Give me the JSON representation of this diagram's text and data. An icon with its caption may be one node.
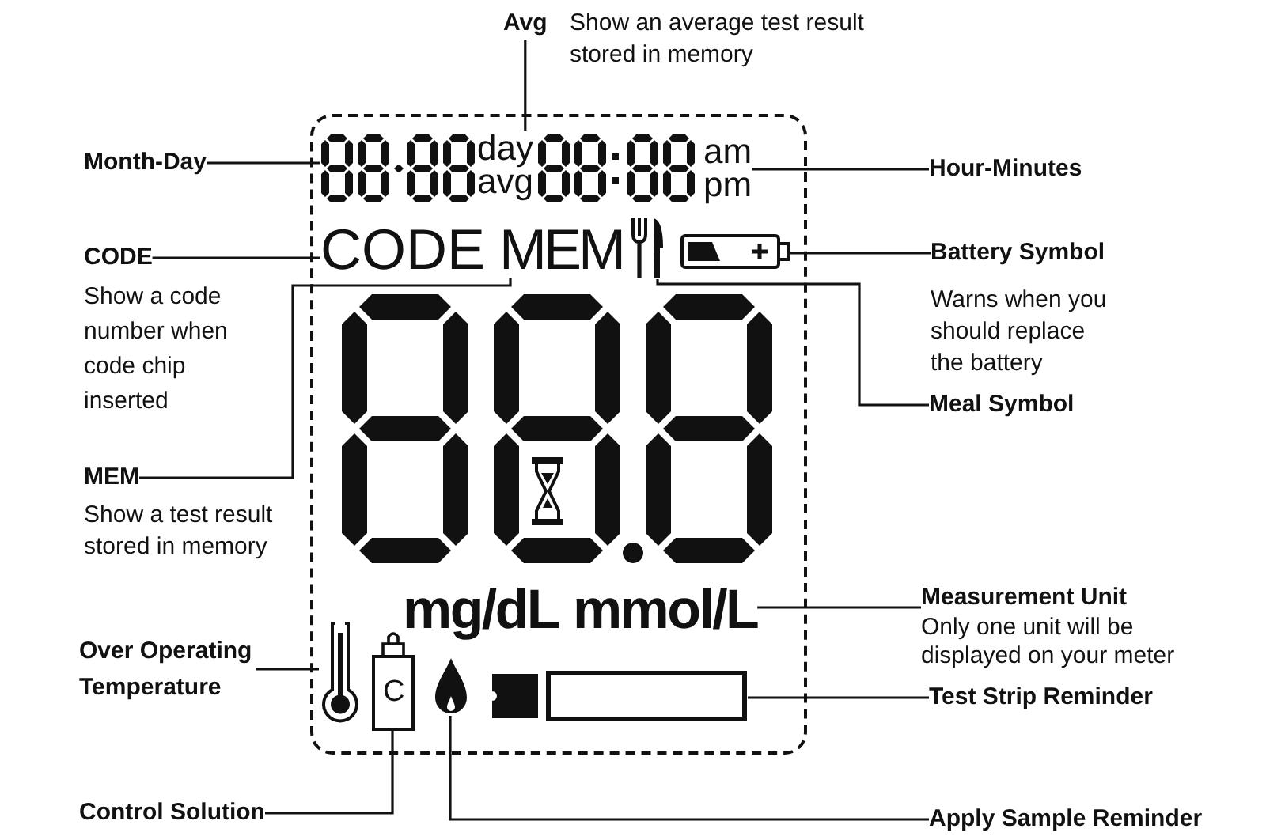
{
  "diagram": {
    "nodes": [
      {
        "text": [
          "Avg"
        ],
        "beside": [
          "Show an average test result stored in memory"
        ]
      },
      {
        "text": [
          "Month-Day"
        ]
      },
      {
        "text": [],
        "shape": "box"
      },
      {
        "text": [],
        "shape": "picture",
        "in": 2
      },
      {
        "text": [
          "day",
          "avg"
        ],
        "in": 2
      },
      {
        "text": [
          "am",
          "pm"
        ],
        "in": 2
      },
      {
        "text": [
          "CODE"
        ],
        "in": 2
      },
      {
        "text": [
          "MEM"
        ],
        "in": 2
      },
      {
        "text": [],
        "shape": "picture",
        "in": 2
      },
      {
        "text": [],
        "shape": "picture",
        "in": 2
      },
      {
        "text": [
          "mg/dL",
          "mmol/L"
        ],
        "in": 2
      },
      {
        "text": [],
        "shape": "picture",
        "in": 2
      },
      {
        "text": [
          "C"
        ],
        "in": 2
      },
      {
        "text": [],
        "shape": "picture",
        "in": 2
      },
      {
        "text": [],
        "shape": "bar",
        "in": 2
      },
      {
        "text": [
          "Hour-Minutes"
        ]
      },
      {
        "text": [
          "CODE"
        ],
        "beside": [
          "Show a code number when code chip inserted"
        ]
      },
      {
        "text": [
          "Battery Symbol"
        ],
        "beside": [
          "Warns when you should replace the battery"
        ]
      },
      {
        "text": [
          "Meal Symbol"
        ]
      },
      {
        "text": [
          "MEM"
        ],
        "beside": [
          "Show a test result stored in memory"
        ]
      },
      {
        "text": [
          "Measurement Unit"
        ],
        "beside": [
          "Only one unit will be displayed on your meter"
        ]
      },
      {
        "text": [
          "Over Operating Temperature"
        ]
      },
      {
        "text": [
          "Test Strip Reminder"
        ]
      },
      {
        "text": [
          "Control Solution"
        ]
      },
      {
        "text": [
          "Apply Sample Reminder"
        ]
      }
    ],
    "edges": [
      {
        "from": 0,
        "to": 4,
        "arrow": "none"
      },
      {
        "from": 1,
        "to": 3,
        "arrow": "none"
      },
      {
        "from": 15,
        "to": 5,
        "arrow": "none"
      },
      {
        "from": 16,
        "to": 6,
        "arrow": "none"
      },
      {
        "from": 17,
        "to": 9,
        "arrow": "none"
      },
      {
        "from": 18,
        "to": 8,
        "arrow": "none"
      },
      {
        "from": 19,
        "to": 7,
        "arrow": "none"
      },
      {
        "from": 20,
        "to": 10,
        "arrow": "none"
      },
      {
        "from": 21,
        "to": 11,
        "arrow": "none"
      },
      {
        "from": 22,
        "to": 14,
        "arrow": "none"
      },
      {
        "from": 23,
        "to": 12,
        "arrow": "none"
      },
      {
        "from": 24,
        "to": 13,
        "arrow": "none"
      }
    ]
  }
}
